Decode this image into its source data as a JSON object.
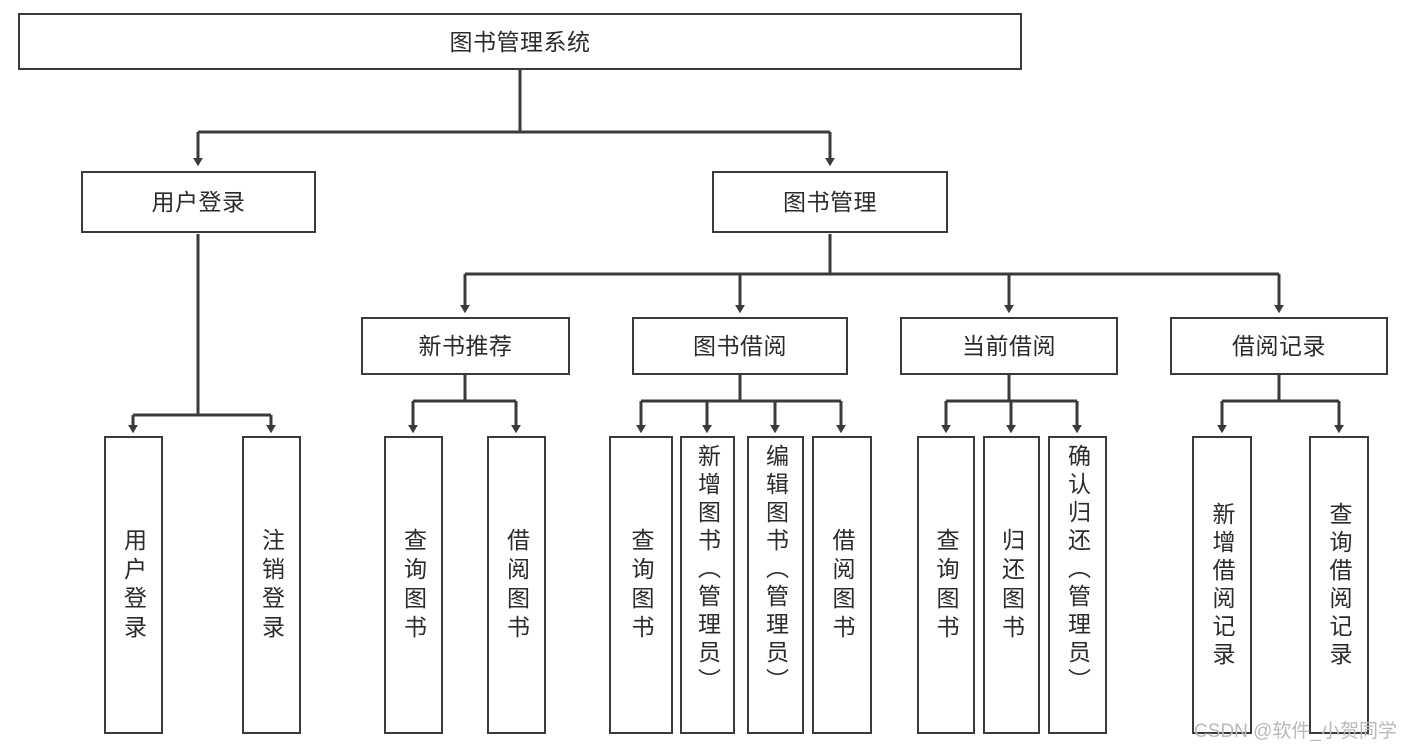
{
  "diagram": {
    "title": "图书管理系统",
    "type": "hierarchy-tree",
    "orientation": "top-down",
    "colors": {
      "box_border": "#3a3a3a",
      "box_fill": "#ffffff",
      "connector": "#3a3a3a",
      "text": "#2b2b2b",
      "watermark": "#b9b9b9",
      "background": "#ffffff"
    },
    "root": {
      "label": "图书管理系统"
    },
    "level2": [
      {
        "id": "user-login",
        "label": "用户登录"
      },
      {
        "id": "book-management",
        "label": "图书管理"
      }
    ],
    "level3": [
      {
        "id": "new-book-recommend",
        "label": "新书推荐",
        "parent": "book-management"
      },
      {
        "id": "book-borrow",
        "label": "图书借阅",
        "parent": "book-management"
      },
      {
        "id": "current-borrow",
        "label": "当前借阅",
        "parent": "book-management"
      },
      {
        "id": "borrow-record",
        "label": "借阅记录",
        "parent": "book-management"
      }
    ],
    "leaves": {
      "user-login": [
        {
          "id": "leaf-user-login",
          "label": "用户登录"
        },
        {
          "id": "leaf-user-logout",
          "label": "注销登录"
        }
      ],
      "new-book-recommend": [
        {
          "id": "leaf-query-book-1",
          "label": "查询图书"
        },
        {
          "id": "leaf-borrow-book-1",
          "label": "借阅图书"
        }
      ],
      "book-borrow": [
        {
          "id": "leaf-query-book-2",
          "label": "查询图书"
        },
        {
          "id": "leaf-add-book",
          "label": "新增图书（管理员）"
        },
        {
          "id": "leaf-edit-book",
          "label": "编辑图书（管理员）"
        },
        {
          "id": "leaf-borrow-book-2",
          "label": "借阅图书"
        }
      ],
      "current-borrow": [
        {
          "id": "leaf-query-book-3",
          "label": "查询图书"
        },
        {
          "id": "leaf-return-book",
          "label": "归还图书"
        },
        {
          "id": "leaf-confirm-return",
          "label": "确认归还（管理员）"
        }
      ],
      "borrow-record": [
        {
          "id": "leaf-add-record",
          "label": "新增借阅记录"
        },
        {
          "id": "leaf-query-record",
          "label": "查询借阅记录"
        }
      ]
    },
    "watermark": "CSDN @软件_小贺同学"
  }
}
